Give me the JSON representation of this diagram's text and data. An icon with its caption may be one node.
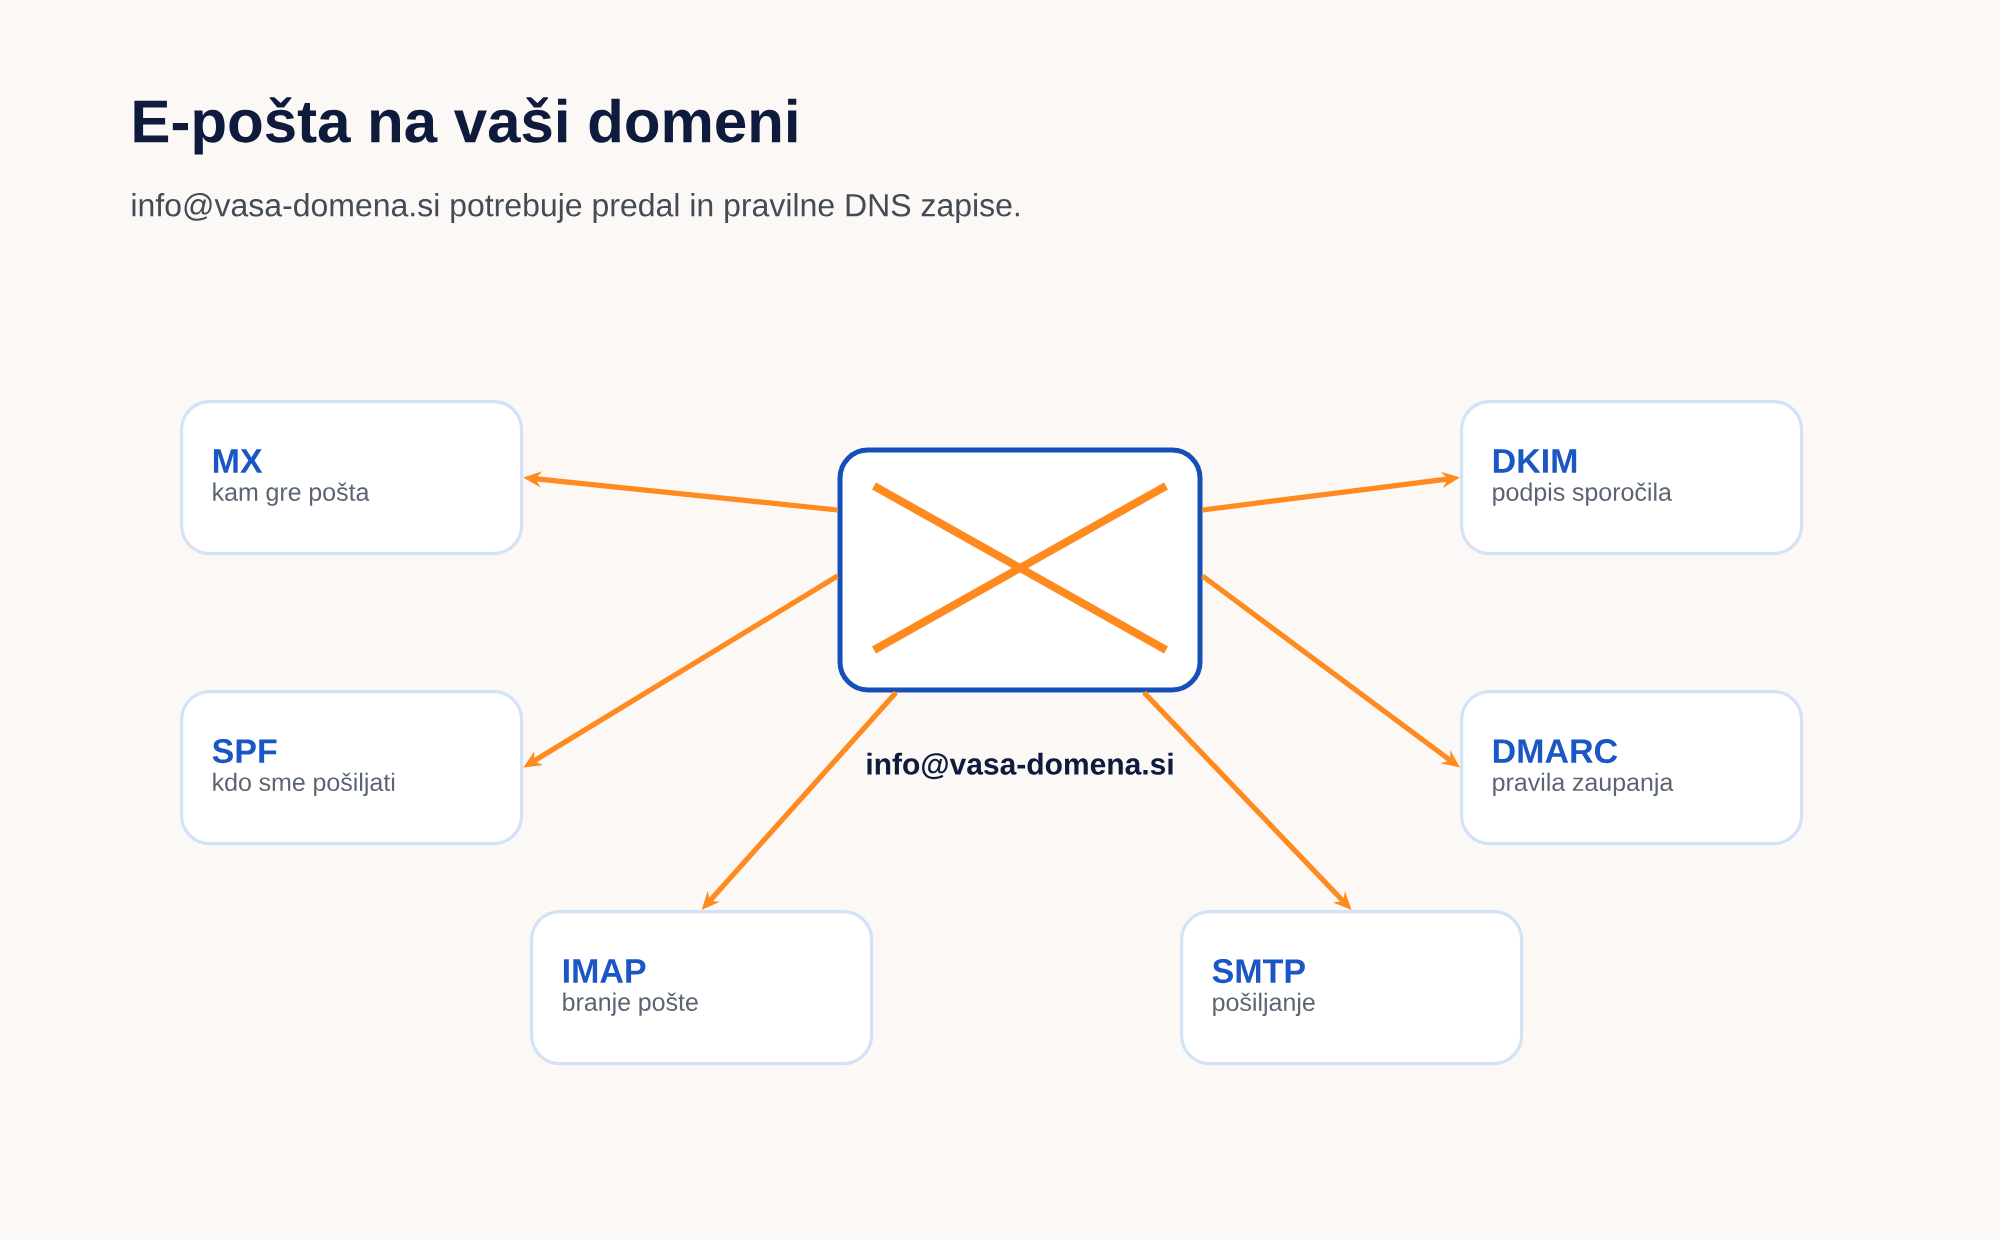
{
  "diagram": {
    "title": "E-pošta na vaši domeni",
    "nodes": [
      {
        "text": [
          "info@vasa-domena.si"
        ]
      },
      {
        "text": [
          "MX",
          "kam gre pošta"
        ]
      },
      {
        "text": [
          "DKIM",
          "podpis sporočila"
        ]
      },
      {
        "text": [
          "SPF",
          "kdo sme pošiljati"
        ]
      },
      {
        "text": [
          "DMARC",
          "pravila zaupanja"
        ]
      },
      {
        "text": [
          "IMAP",
          "branje pošte"
        ]
      },
      {
        "text": [
          "SMTP",
          "pošiljanje"
        ]
      }
    ],
    "edges": [
      {
        "from": 0,
        "to": 1,
        "arrow": "to"
      },
      {
        "from": 0,
        "to": 2,
        "arrow": "to"
      },
      {
        "from": 0,
        "to": 3,
        "arrow": "to"
      },
      {
        "from": 0,
        "to": 4,
        "arrow": "to"
      },
      {
        "from": 0,
        "to": 5,
        "arrow": "to"
      },
      {
        "from": 0,
        "to": 6,
        "arrow": "to"
      }
    ],
    "labels": [
      "info@vasa-domena.si potrebuje predal in pravilne DNS zapise."
    ]
  }
}
